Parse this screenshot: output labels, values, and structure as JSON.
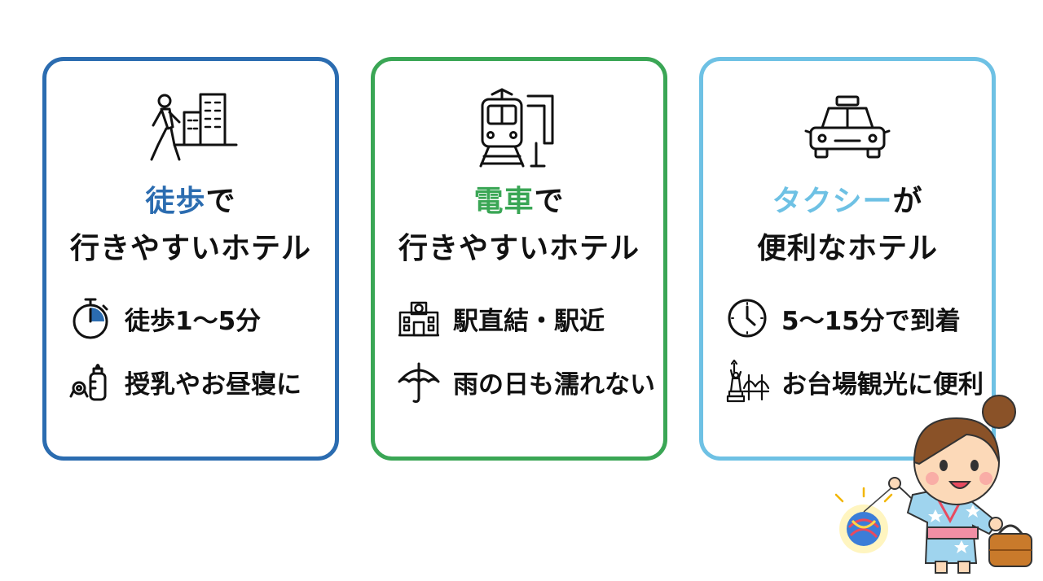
{
  "colors": {
    "walk": "#2b6cb0",
    "train": "#3aa655",
    "taxi": "#6ec1e4",
    "ink": "#111111"
  },
  "cards": [
    {
      "hero_icon": "walking-person-city-icon",
      "title_accent": "徒歩",
      "title_rest": "で",
      "title_line2": "行きやすいホテル",
      "features": [
        {
          "icon": "stopwatch-icon",
          "text": "徒歩1〜5分"
        },
        {
          "icon": "baby-bottle-pacifier-icon",
          "text": "授乳やお昼寝に"
        }
      ]
    },
    {
      "hero_icon": "train-icon",
      "title_accent": "電車",
      "title_rest": "で",
      "title_line2": "行きやすいホテル",
      "features": [
        {
          "icon": "station-building-icon",
          "text": "駅直結・駅近"
        },
        {
          "icon": "umbrella-icon",
          "text": "雨の日も濡れない"
        }
      ]
    },
    {
      "hero_icon": "taxi-icon",
      "title_accent": "タクシー",
      "title_rest": "が",
      "title_line2": "便利なホテル",
      "features": [
        {
          "icon": "clock-icon",
          "text": "5〜15分で到着"
        },
        {
          "icon": "statue-of-liberty-bridge-icon",
          "text": "お台場観光に便利"
        }
      ]
    }
  ],
  "mascot": {
    "icon": "yukata-girl-illustration"
  }
}
